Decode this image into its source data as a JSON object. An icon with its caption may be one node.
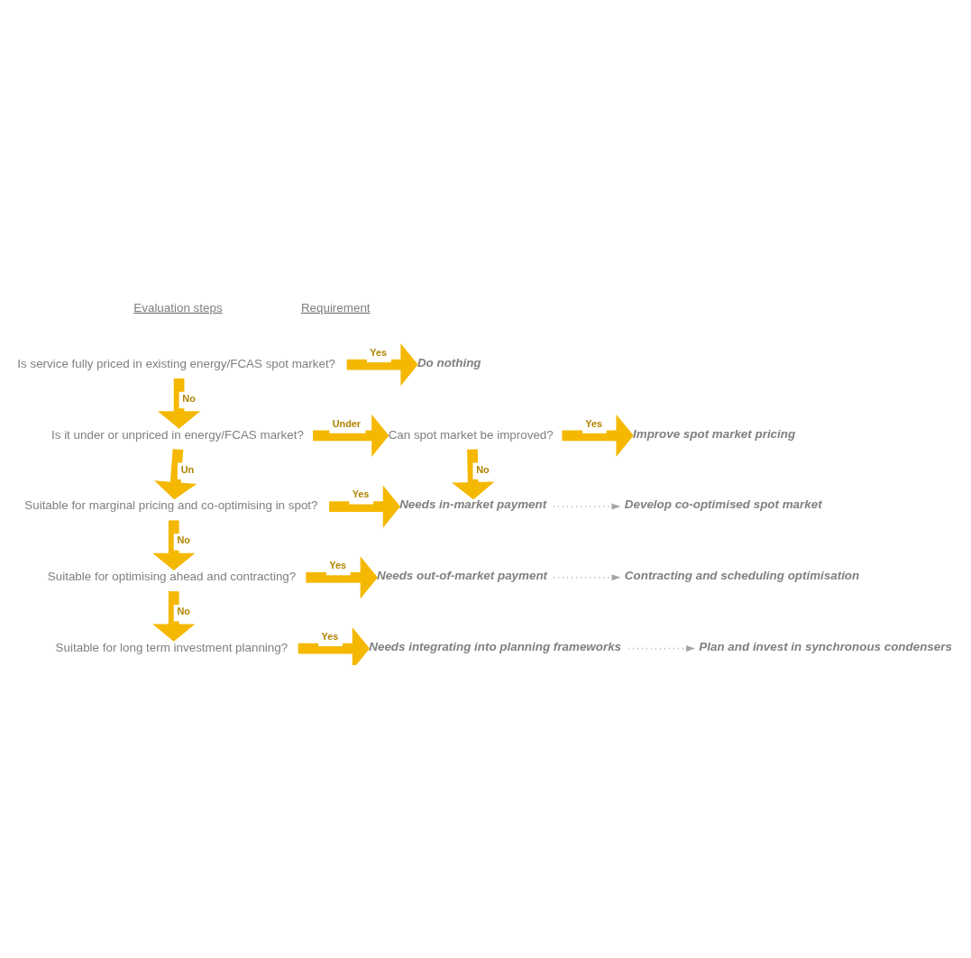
{
  "diagram": {
    "nodes": [
      {
        "text": [
          "Is service fully priced in existing energy/FCAS spot market?"
        ]
      },
      {
        "text": [
          "Do nothing"
        ]
      },
      {
        "text": [
          "Is it under or unpriced in energy/FCAS market?"
        ]
      },
      {
        "text": [
          "Can spot market be improved?"
        ]
      },
      {
        "text": [
          "Improve spot market pricing"
        ]
      },
      {
        "text": [
          "Suitable for marginal pricing and co-optimising in spot?"
        ]
      },
      {
        "text": [
          "Needs in-market payment"
        ]
      },
      {
        "text": [
          "Develop co-optimised spot market"
        ]
      },
      {
        "text": [
          "Suitable for optimising ahead and contracting?"
        ]
      },
      {
        "text": [
          "Needs out-of-market payment"
        ]
      },
      {
        "text": [
          "Contracting and scheduling optimisation"
        ]
      },
      {
        "text": [
          "Suitable for long term investment planning?"
        ]
      },
      {
        "text": [
          "Needs integrating into planning frameworks"
        ]
      },
      {
        "text": [
          "Plan and invest in synchronous condensers"
        ]
      }
    ],
    "edges": [
      {
        "from": 0,
        "to": 1,
        "arrow": "to",
        "label": "Yes"
      },
      {
        "from": 0,
        "to": 2,
        "arrow": "to",
        "label": "No"
      },
      {
        "from": 2,
        "to": 3,
        "arrow": "to",
        "label": "Under"
      },
      {
        "from": 3,
        "to": 4,
        "arrow": "to",
        "label": "Yes"
      },
      {
        "from": 2,
        "to": 5,
        "arrow": "to",
        "label": "Un"
      },
      {
        "from": 3,
        "to": 6,
        "arrow": "to",
        "label": "No"
      },
      {
        "from": 5,
        "to": 6,
        "arrow": "to",
        "label": "Yes"
      },
      {
        "from": 6,
        "to": 7,
        "arrow": "to",
        "style": "dashed",
        "color": "#a6a6a6"
      },
      {
        "from": 5,
        "to": 8,
        "arrow": "to",
        "label": "No"
      },
      {
        "from": 8,
        "to": 9,
        "arrow": "to",
        "label": "Yes"
      },
      {
        "from": 9,
        "to": 10,
        "arrow": "to",
        "style": "dashed",
        "color": "#a6a6a6"
      },
      {
        "from": 8,
        "to": 11,
        "arrow": "to",
        "label": "No"
      },
      {
        "from": 11,
        "to": 12,
        "arrow": "to",
        "label": "Yes"
      },
      {
        "from": 12,
        "to": 13,
        "arrow": "to",
        "style": "dashed",
        "color": "#a6a6a6"
      }
    ],
    "labels": [
      "Evaluation steps",
      "Requirement"
    ]
  }
}
